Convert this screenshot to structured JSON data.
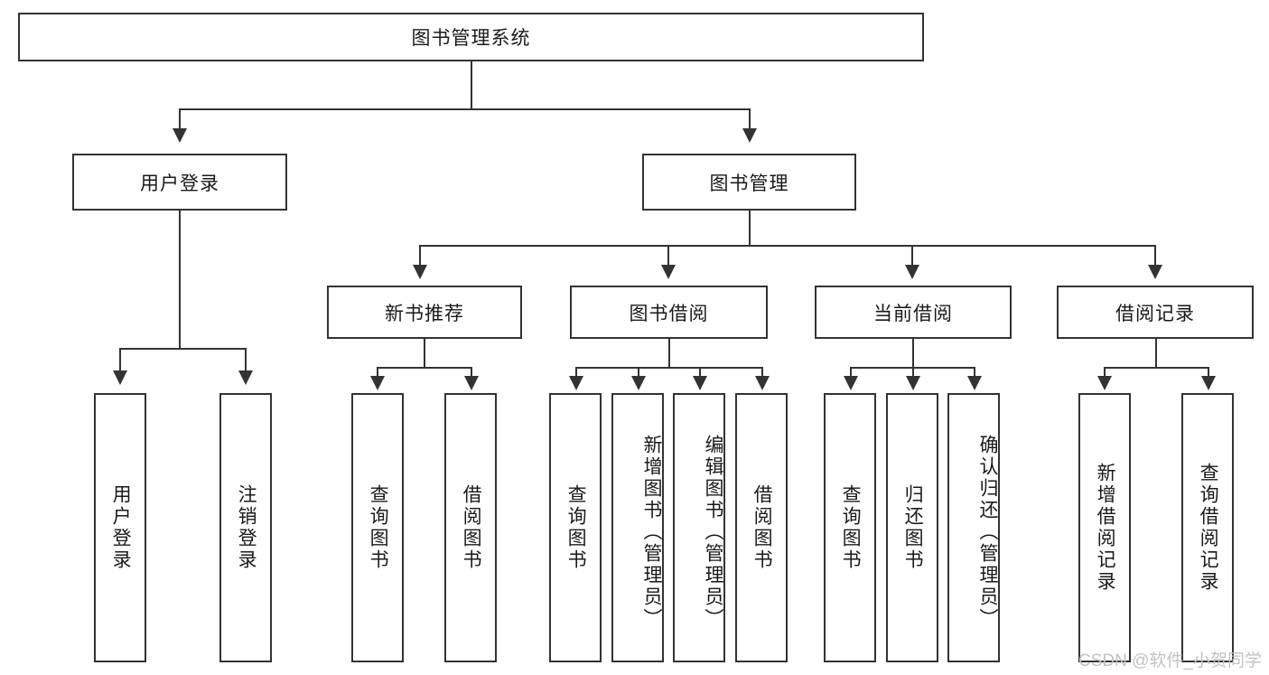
{
  "diagram": {
    "type": "tree",
    "title": "图书管理系统",
    "root": {
      "label": "图书管理系统"
    },
    "level2": [
      {
        "label": "用户登录"
      },
      {
        "label": "图书管理"
      }
    ],
    "level3": [
      {
        "label": "新书推荐"
      },
      {
        "label": "图书借阅"
      },
      {
        "label": "当前借阅"
      },
      {
        "label": "借阅记录"
      }
    ],
    "leaves": {
      "user_login": [
        {
          "label": "用户登录"
        },
        {
          "label": "注销登录"
        }
      ],
      "new_book_recommend": [
        {
          "label": "查询图书"
        },
        {
          "label": "借阅图书"
        }
      ],
      "book_borrow": [
        {
          "label": "查询图书"
        },
        {
          "label": "新增图书（管理员）"
        },
        {
          "label": "编辑图书（管理员）"
        },
        {
          "label": "借阅图书"
        }
      ],
      "current_borrow": [
        {
          "label": "查询图书"
        },
        {
          "label": "归还图书"
        },
        {
          "label": "确认归还（管理员）"
        }
      ],
      "borrow_record": [
        {
          "label": "新增借阅记录"
        },
        {
          "label": "查询借阅记录"
        }
      ]
    }
  },
  "watermark": {
    "text": "CSDN @软件_小贺同学"
  },
  "colors": {
    "border": "#333333",
    "text": "#1a1a1a",
    "background": "#ffffff",
    "watermark": "#c2c2c2"
  }
}
